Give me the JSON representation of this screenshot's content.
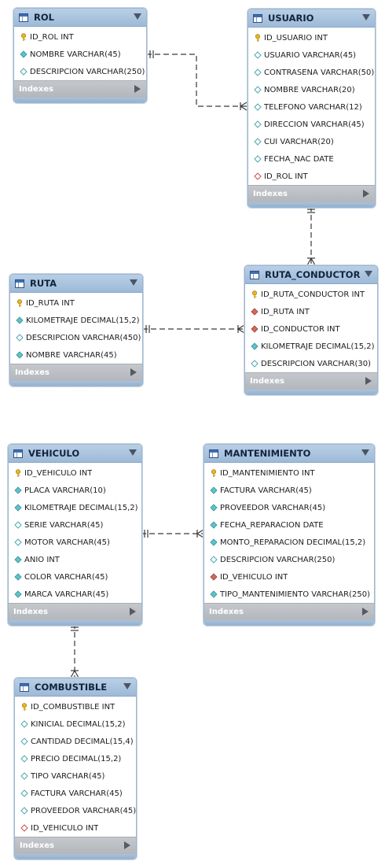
{
  "tables": [
    {
      "name": "ROL",
      "footer": "Indexes",
      "columns": [
        {
          "label": "ID_ROL INT",
          "icon": "primary-key"
        },
        {
          "label": "NOMBRE VARCHAR(45)",
          "icon": "filled-diamond"
        },
        {
          "label": "DESCRIPCION VARCHAR(250)",
          "icon": "hollow-diamond"
        }
      ]
    },
    {
      "name": "USUARIO",
      "footer": "Indexes",
      "columns": [
        {
          "label": "ID_USUARIO INT",
          "icon": "primary-key"
        },
        {
          "label": "USUARIO VARCHAR(45)",
          "icon": "hollow-diamond"
        },
        {
          "label": "CONTRASENA VARCHAR(50)",
          "icon": "hollow-diamond"
        },
        {
          "label": "NOMBRE VARCHAR(20)",
          "icon": "hollow-diamond"
        },
        {
          "label": "TELEFONO VARCHAR(12)",
          "icon": "hollow-diamond"
        },
        {
          "label": "DIRECCION VARCHAR(45)",
          "icon": "hollow-diamond"
        },
        {
          "label": "CUI VARCHAR(20)",
          "icon": "hollow-diamond"
        },
        {
          "label": "FECHA_NAC DATE",
          "icon": "hollow-diamond"
        },
        {
          "label": "ID_ROL INT",
          "icon": "foreign-key-hollow"
        }
      ]
    },
    {
      "name": "RUTA",
      "footer": "Indexes",
      "columns": [
        {
          "label": "ID_RUTA INT",
          "icon": "primary-key"
        },
        {
          "label": "KILOMETRAJE DECIMAL(15,2)",
          "icon": "filled-diamond"
        },
        {
          "label": "DESCRIPCION VARCHAR(450)",
          "icon": "hollow-diamond"
        },
        {
          "label": "NOMBRE VARCHAR(45)",
          "icon": "filled-diamond"
        }
      ]
    },
    {
      "name": "RUTA_CONDUCTOR",
      "footer": "Indexes",
      "columns": [
        {
          "label": "ID_RUTA_CONDUCTOR INT",
          "icon": "primary-key"
        },
        {
          "label": "ID_RUTA INT",
          "icon": "foreign-key"
        },
        {
          "label": "ID_CONDUCTOR INT",
          "icon": "foreign-key"
        },
        {
          "label": "KILOMETRAJE DECIMAL(15,2)",
          "icon": "filled-diamond"
        },
        {
          "label": "DESCRIPCION VARCHAR(30)",
          "icon": "hollow-diamond"
        }
      ]
    },
    {
      "name": "VEHICULO",
      "footer": "Indexes",
      "columns": [
        {
          "label": "ID_VEHICULO INT",
          "icon": "primary-key"
        },
        {
          "label": "PLACA VARCHAR(10)",
          "icon": "filled-diamond"
        },
        {
          "label": "KILOMETRAJE DECIMAL(15,2)",
          "icon": "filled-diamond"
        },
        {
          "label": "SERIE VARCHAR(45)",
          "icon": "hollow-diamond"
        },
        {
          "label": "MOTOR VARCHAR(45)",
          "icon": "hollow-diamond"
        },
        {
          "label": "ANIO INT",
          "icon": "filled-diamond"
        },
        {
          "label": "COLOR VARCHAR(45)",
          "icon": "filled-diamond"
        },
        {
          "label": "MARCA VARCHAR(45)",
          "icon": "filled-diamond"
        }
      ]
    },
    {
      "name": "MANTENIMIENTO",
      "footer": "Indexes",
      "columns": [
        {
          "label": "ID_MANTENIMIENTO INT",
          "icon": "primary-key"
        },
        {
          "label": "FACTURA VARCHAR(45)",
          "icon": "filled-diamond"
        },
        {
          "label": "PROVEEDOR VARCHAR(45)",
          "icon": "filled-diamond"
        },
        {
          "label": "FECHA_REPARACION DATE",
          "icon": "filled-diamond"
        },
        {
          "label": "MONTO_REPARACION DECIMAL(15,2)",
          "icon": "filled-diamond"
        },
        {
          "label": "DESCRIPCION VARCHAR(250)",
          "icon": "hollow-diamond"
        },
        {
          "label": "ID_VEHICULO INT",
          "icon": "foreign-key"
        },
        {
          "label": "TIPO_MANTENIMIENTO VARCHAR(250)",
          "icon": "filled-diamond"
        }
      ]
    },
    {
      "name": "COMBUSTIBLE",
      "footer": "Indexes",
      "columns": [
        {
          "label": "ID_COMBUSTIBLE INT",
          "icon": "primary-key"
        },
        {
          "label": "KINICIAL DECIMAL(15,2)",
          "icon": "hollow-diamond"
        },
        {
          "label": "CANTIDAD DECIMAL(15,4)",
          "icon": "hollow-diamond"
        },
        {
          "label": "PRECIO DECIMAL(15,2)",
          "icon": "hollow-diamond"
        },
        {
          "label": "TIPO VARCHAR(45)",
          "icon": "hollow-diamond"
        },
        {
          "label": "FACTURA VARCHAR(45)",
          "icon": "hollow-diamond"
        },
        {
          "label": "PROVEEDOR VARCHAR(45)",
          "icon": "hollow-diamond"
        },
        {
          "label": "ID_VEHICULO INT",
          "icon": "foreign-key-hollow"
        }
      ]
    }
  ],
  "relationships": [
    {
      "from": "ROL",
      "to": "USUARIO",
      "cardinality": "one-to-many"
    },
    {
      "from": "USUARIO",
      "to": "RUTA_CONDUCTOR",
      "cardinality": "one-to-many"
    },
    {
      "from": "RUTA",
      "to": "RUTA_CONDUCTOR",
      "cardinality": "one-to-many"
    },
    {
      "from": "VEHICULO",
      "to": "MANTENIMIENTO",
      "cardinality": "one-to-many"
    },
    {
      "from": "VEHICULO",
      "to": "COMBUSTIBLE",
      "cardinality": "one-to-many"
    }
  ],
  "colors": {
    "header": "#a9c4e0",
    "footer": "#bcc0c5",
    "key": "#e8b923",
    "attribute": "#5fc3c9",
    "foreign_key": "#c9504a",
    "connector": "#3a3a3a"
  }
}
